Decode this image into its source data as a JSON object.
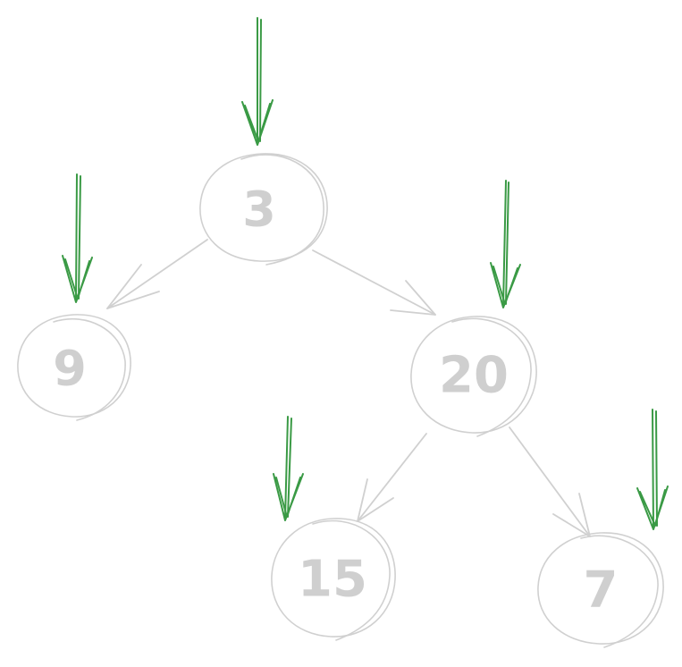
{
  "diagram": {
    "type": "binary-tree",
    "node_stroke_color": "#d0d0d0",
    "label_color": "#cfcfcf",
    "marker_color": "#3a9a45",
    "nodes": [
      {
        "id": "n3",
        "label": "3"
      },
      {
        "id": "n9",
        "label": "9"
      },
      {
        "id": "n20",
        "label": "20"
      },
      {
        "id": "n15",
        "label": "15"
      },
      {
        "id": "n7",
        "label": "7"
      }
    ],
    "edges": [
      {
        "from": "n3",
        "to": "n9"
      },
      {
        "from": "n3",
        "to": "n20"
      },
      {
        "from": "n20",
        "to": "n15"
      },
      {
        "from": "n20",
        "to": "n7"
      }
    ],
    "markers": [
      {
        "target": "n3",
        "icon": "down-arrow-icon"
      },
      {
        "target": "n9",
        "icon": "down-arrow-icon"
      },
      {
        "target": "n20",
        "icon": "down-arrow-icon"
      },
      {
        "target": "n15",
        "icon": "down-arrow-icon"
      },
      {
        "target": "n7",
        "icon": "down-arrow-icon"
      }
    ]
  }
}
